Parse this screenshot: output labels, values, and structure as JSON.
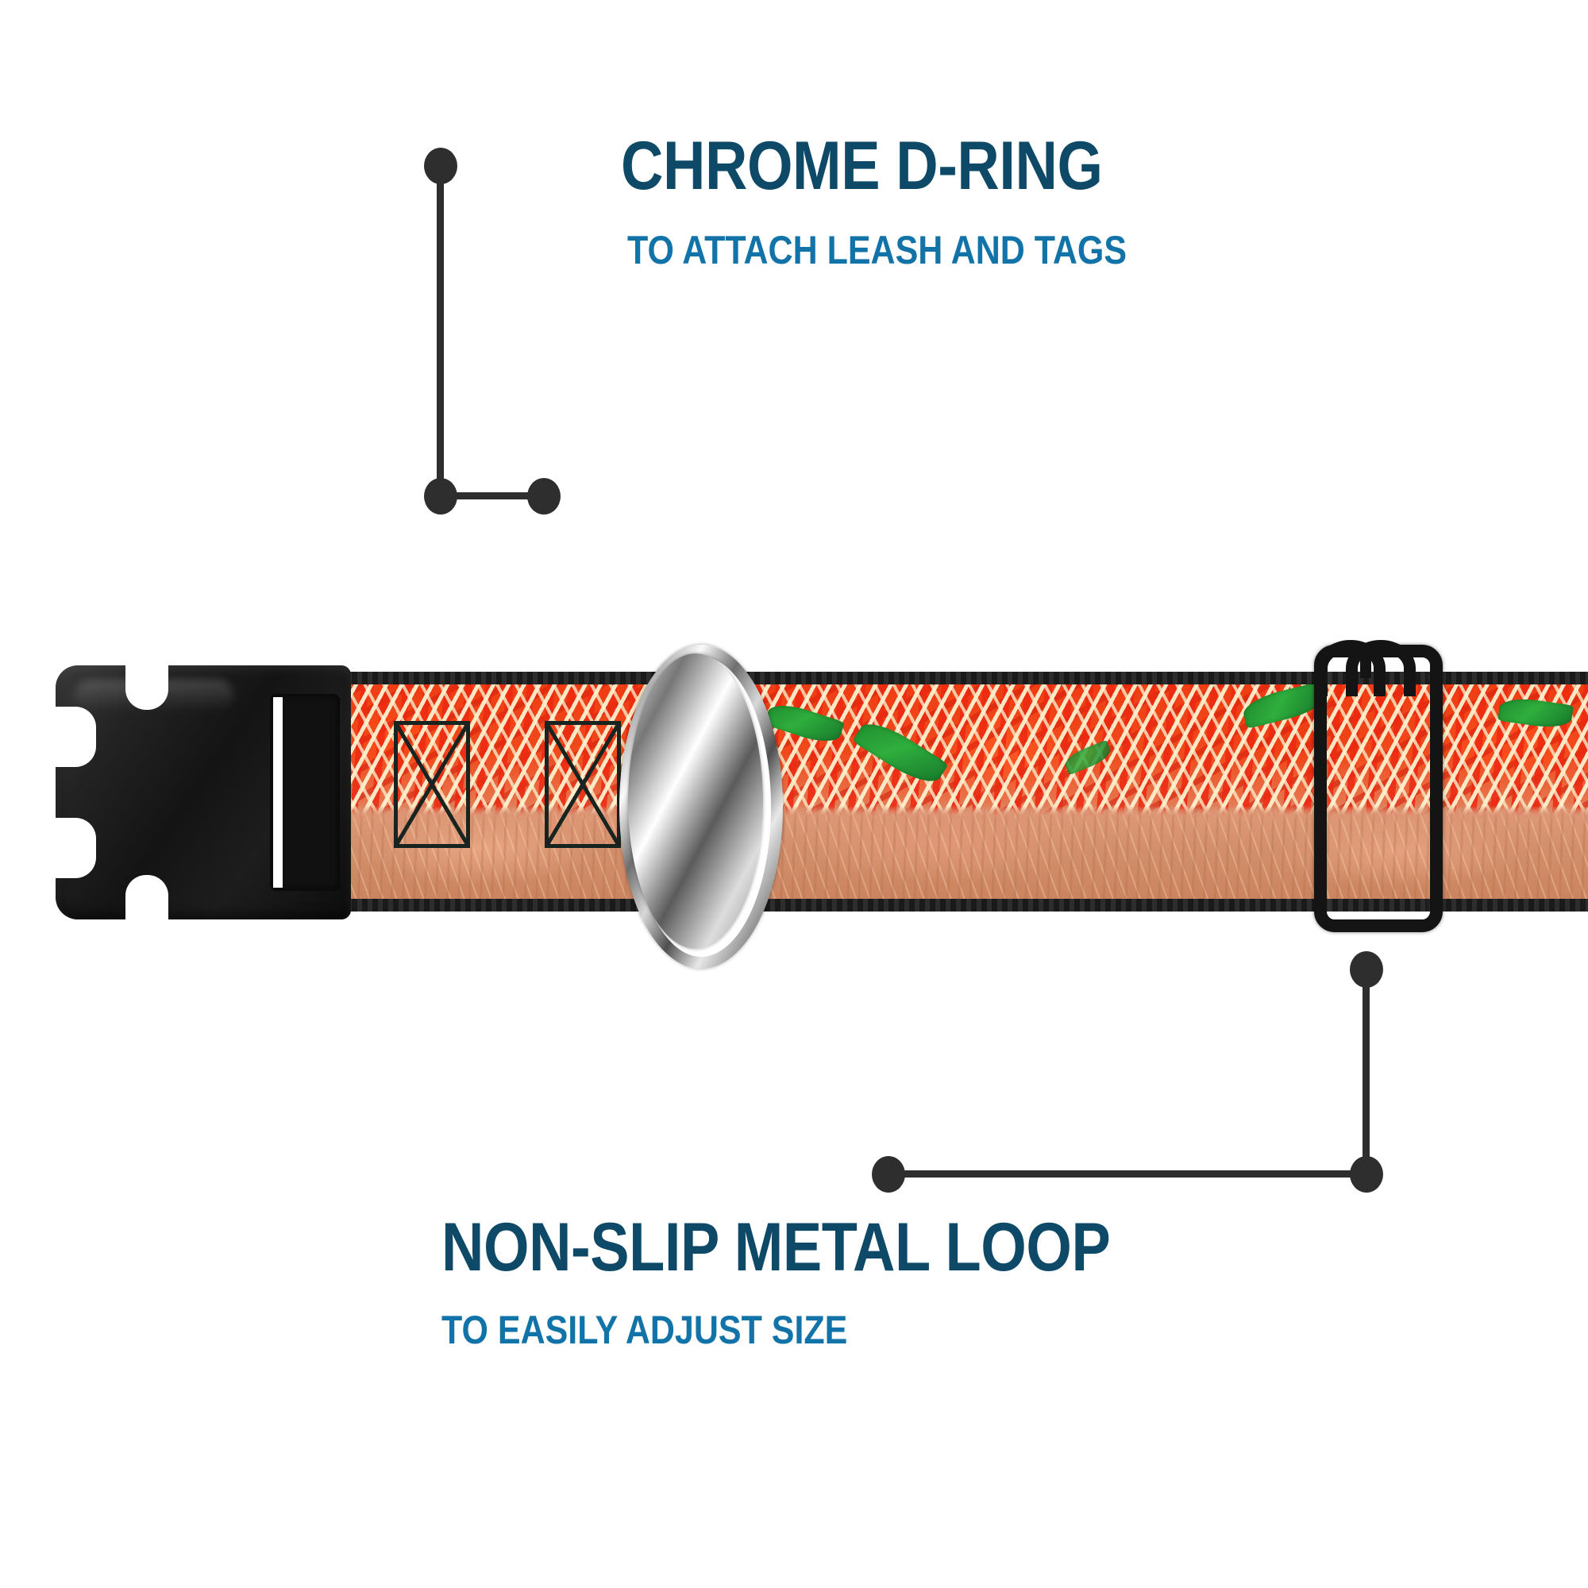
{
  "page": {
    "background_color": "#ffffff",
    "product": "pizza print dog collar infographic"
  },
  "theme": {
    "title_color": "#0e4a68",
    "subtitle_color": "#1273a8",
    "leader_color": "#2e2e2e",
    "hardware_black": "#141414",
    "chrome_color": "#c9c9c9"
  },
  "callouts": [
    {
      "id": "chrome-d-ring",
      "title": "CHROME D-RING",
      "subtitle": "TO ATTACH LEASH AND TAGS",
      "target": "d-ring"
    },
    {
      "id": "non-slip-metal-loop",
      "title": "NON-SLIP METAL LOOP",
      "subtitle": "TO EASILY ADJUST SIZE",
      "target": "tri-glide-loop"
    }
  ],
  "hardware": {
    "buckle": "side-release-plastic-buckle",
    "d_ring": "chrome-d-ring",
    "slider": "non-slip-metal-loop",
    "stitching": "box-x-bartack-stitching"
  },
  "pattern": {
    "name": "pizza",
    "sauce_color": "#ef3a12",
    "cheese_color": "#ffecc8",
    "crust_color": "#d08d6c",
    "basil_color": "#2fae3d",
    "webbing_edge_color": "#1c1c1c"
  }
}
